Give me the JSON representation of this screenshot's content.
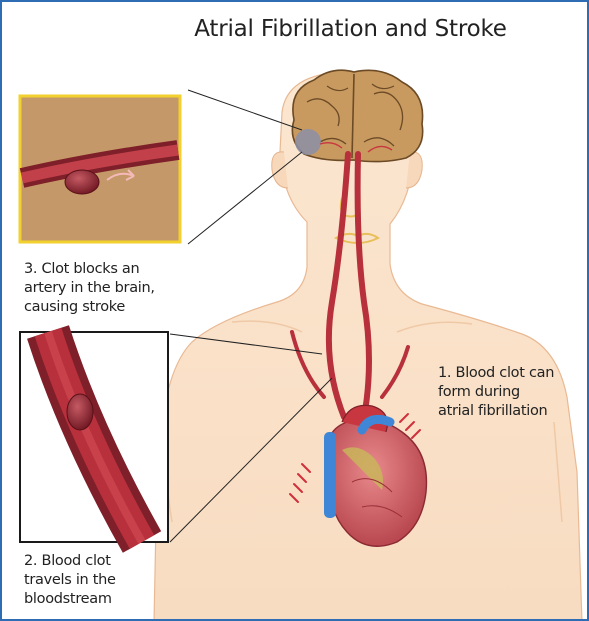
{
  "title": "Atrial Fibrillation and Stroke",
  "labels": {
    "step1": [
      "1. Blood clot can",
      "form during",
      "atrial fibrillation"
    ],
    "step2": [
      "2. Blood clot",
      "travels in the",
      "bloodstream"
    ],
    "step3": [
      "3. Clot blocks an",
      "artery in the brain,",
      "causing stroke"
    ]
  },
  "colors": {
    "frame_border": "#2e6db4",
    "skin": "#fbe1c8",
    "brain": "#c4935a",
    "artery": "#b8303b",
    "clot": "#8a2230",
    "inset1_border": "#f2d12e",
    "inset2_border": "#1a1a1a"
  },
  "icons": [
    "brain-icon",
    "heart-icon",
    "artery-icon",
    "blood-clot-icon",
    "flow-arrow-icon",
    "vibration-marks-icon"
  ]
}
